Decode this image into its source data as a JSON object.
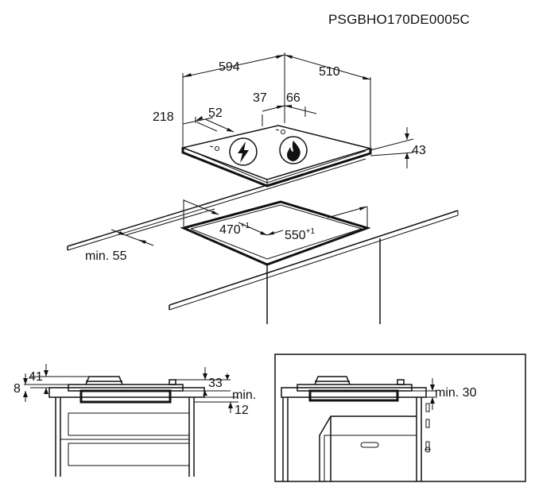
{
  "reference_code": "PSGBHO170DE0005C",
  "hob_dimensions": {
    "width": "594",
    "depth": "510",
    "left_offset": "218",
    "knob_spacing_left": "52",
    "knob_offset_a": "37",
    "knob_offset_b": "66",
    "height": "43"
  },
  "cutout": {
    "depth": "470",
    "depth_tolerance": "+1",
    "width": "550",
    "width_tolerance": "+1",
    "min_front_distance": "min. 55"
  },
  "section_left": {
    "dim_41": "41",
    "dim_8": "8",
    "dim_33": "33",
    "min_label": "min.",
    "min_value": "12"
  },
  "section_right": {
    "min_clearance": "min. 30"
  },
  "icons": {
    "electric_burner": "lightning-bolt-icon",
    "gas_burner": "flame-icon"
  },
  "colors": {
    "line": "#111111",
    "background": "#ffffff"
  }
}
